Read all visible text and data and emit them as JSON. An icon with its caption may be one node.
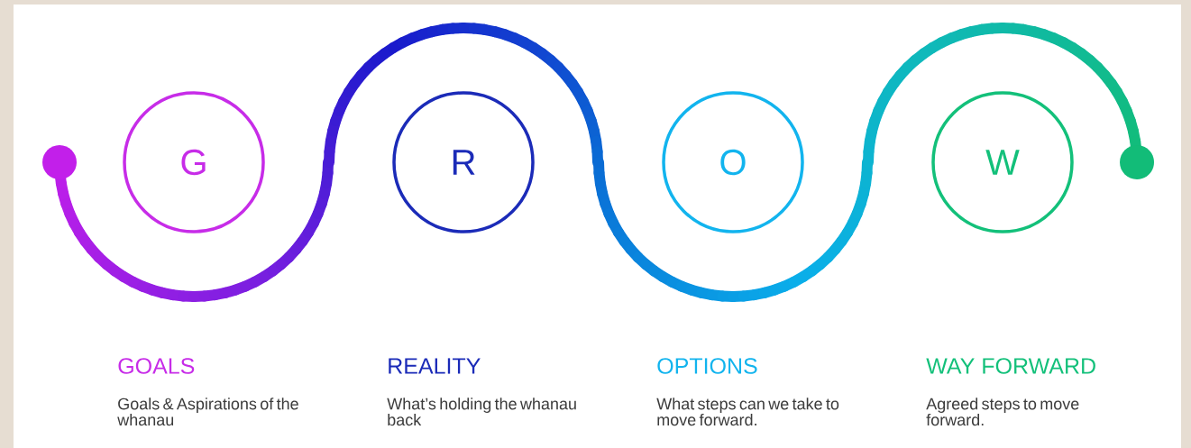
{
  "diagram": {
    "nodes": [
      {
        "text": [
          "G"
        ],
        "beside": [
          "GOALS",
          "Goals & Aspirations of the whanau"
        ]
      },
      {
        "text": [
          "R"
        ],
        "beside": [
          "REALITY",
          "What’s holding the whanau back"
        ]
      },
      {
        "text": [
          "O"
        ],
        "beside": [
          "OPTIONS",
          "What steps can we take to move forward."
        ]
      },
      {
        "text": [
          "W"
        ],
        "beside": [
          "WAY FORWARD",
          "Agreed steps to move forward."
        ]
      }
    ]
  }
}
